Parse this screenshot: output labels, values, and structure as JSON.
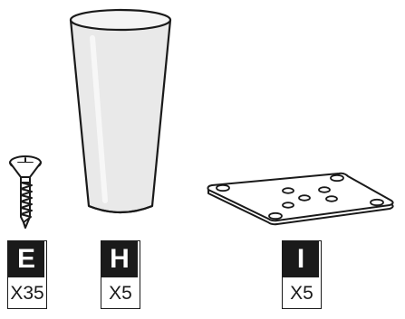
{
  "parts": [
    {
      "letter": "E",
      "quantity": "X35",
      "illustration": "screw"
    },
    {
      "letter": "H",
      "quantity": "X5",
      "illustration": "tapered-leg"
    },
    {
      "letter": "I",
      "quantity": "X5",
      "illustration": "mounting-plate"
    }
  ],
  "colors": {
    "ink": "#1a1a1a",
    "leg_fill": "#e9e9e9",
    "paper": "#ffffff"
  }
}
